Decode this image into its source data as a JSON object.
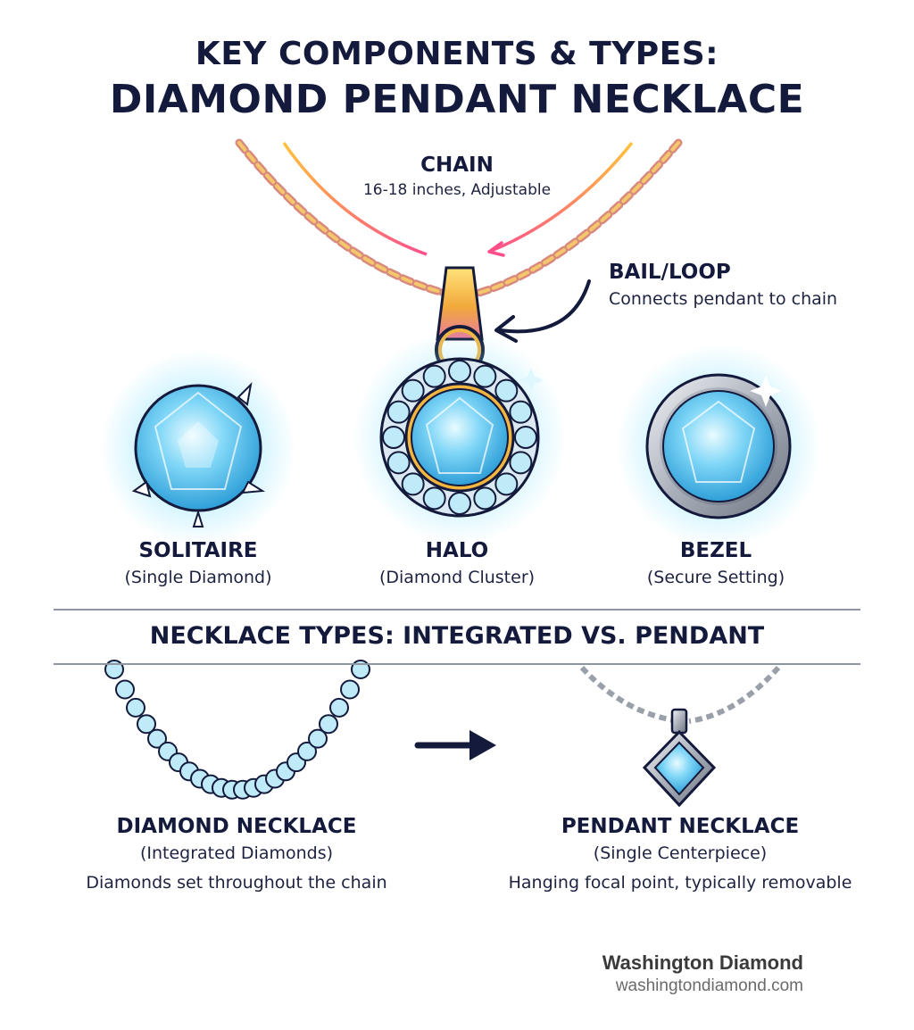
{
  "header": {
    "line1": "KEY COMPONENTS & TYPES:",
    "line2": "DIAMOND PENDANT NECKLACE"
  },
  "chain": {
    "label": "CHAIN",
    "detail": "16-18 inches, Adjustable"
  },
  "bail": {
    "label": "BAIL/LOOP",
    "detail": "Connects pendant to chain"
  },
  "settings": [
    {
      "label": "SOLITAIRE",
      "detail": "(Single Diamond)"
    },
    {
      "label": "HALO",
      "detail": "(Diamond Cluster)"
    },
    {
      "label": "BEZEL",
      "detail": "(Secure Setting)"
    }
  ],
  "types_section": {
    "title": "NECKLACE TYPES: INTEGRATED VS. PENDANT",
    "left": {
      "label": "DIAMOND NECKLACE",
      "detail": "(Integrated Diamonds)",
      "description": "Diamonds set throughout the chain"
    },
    "right": {
      "label": "PENDANT NECKLACE",
      "detail": "(Single Centerpiece)",
      "description": "Hanging focal point, typically removable"
    }
  },
  "brand": {
    "name": "Washington Diamond",
    "url": "washingtondiamond.com"
  },
  "colors": {
    "navy": "#141a3c",
    "gold": "#e7b64a",
    "rose": "#e98a8a",
    "diamond": "#4fc3f7",
    "glow": "#8fe3ff",
    "silver": "#9aa0aa",
    "arrow_pink": "#ff4f8b",
    "arrow_gold": "#ffc23a"
  }
}
